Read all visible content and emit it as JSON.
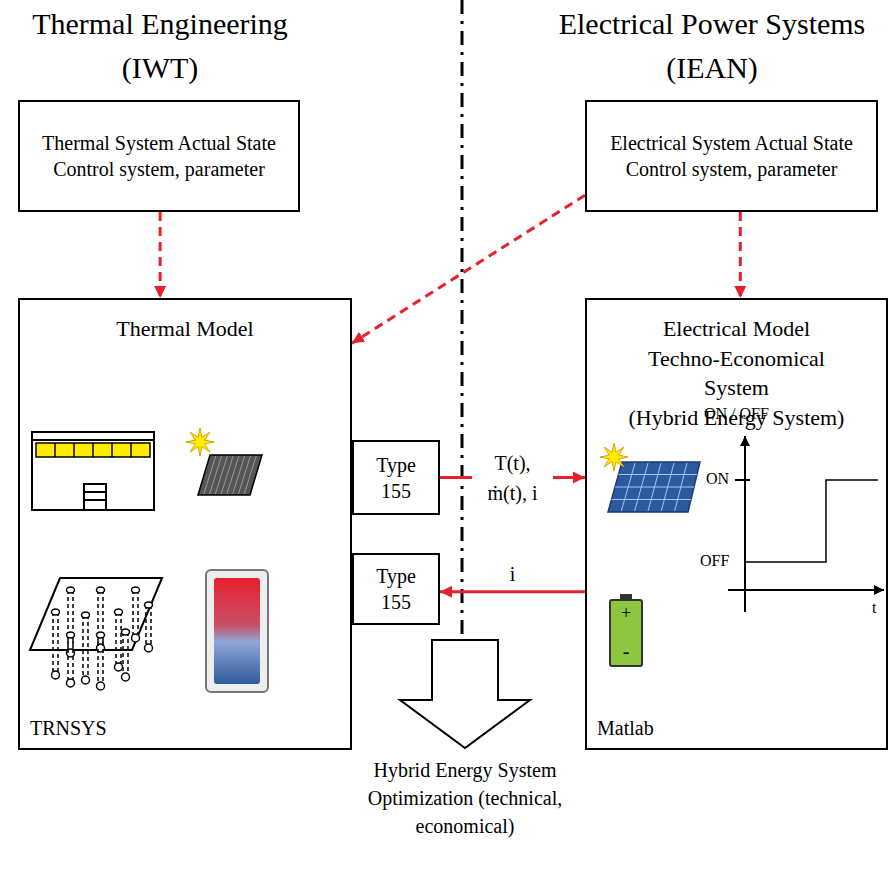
{
  "diagram": {
    "nodes": [
      {
        "text": [
          "Thermal System Actual State Control system, parameter"
        ]
      },
      {
        "text": [
          "Electrical System Actual State Control system, parameter"
        ]
      },
      {
        "text": [
          "Thermal Model",
          "TRNSYS"
        ]
      },
      {
        "text": [
          "Type 155"
        ]
      },
      {
        "text": [
          "Type 155"
        ]
      },
      {
        "text": [
          "Electrical Model",
          "Techno-Economical System",
          "(Hybrid Energy System)",
          "Matlab"
        ]
      }
    ],
    "edges": [
      {
        "from": 0,
        "to": 2,
        "arrow": "to"
      },
      {
        "from": 1,
        "to": 5,
        "arrow": "to"
      },
      {
        "from": 1,
        "to": 2,
        "arrow": "to"
      },
      {
        "from": 3,
        "to": 5,
        "label": "T(t), ṁ(t), i",
        "arrow": "to"
      },
      {
        "from": 5,
        "to": 4,
        "label": "i",
        "arrow": "to"
      }
    ],
    "labels": [
      "Thermal Engineering (IWT)",
      "Electrical Power Systems (IEAN)",
      "ON / OFF",
      "ON",
      "OFF",
      "t",
      "+",
      "-",
      "Hybrid Energy System Optimization (technical, economical)"
    ]
  }
}
